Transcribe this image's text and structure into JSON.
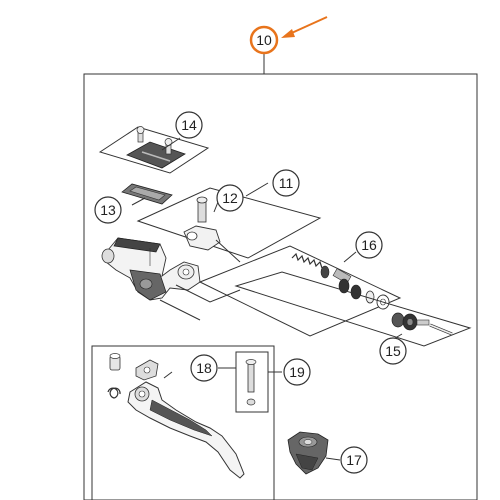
{
  "accent_color": "#e8741c",
  "callouts": {
    "c10": "10",
    "c11": "11",
    "c12": "12",
    "c13": "13",
    "c14": "14",
    "c15": "15",
    "c16": "16",
    "c17": "17",
    "c18": "18",
    "c19": "19"
  }
}
